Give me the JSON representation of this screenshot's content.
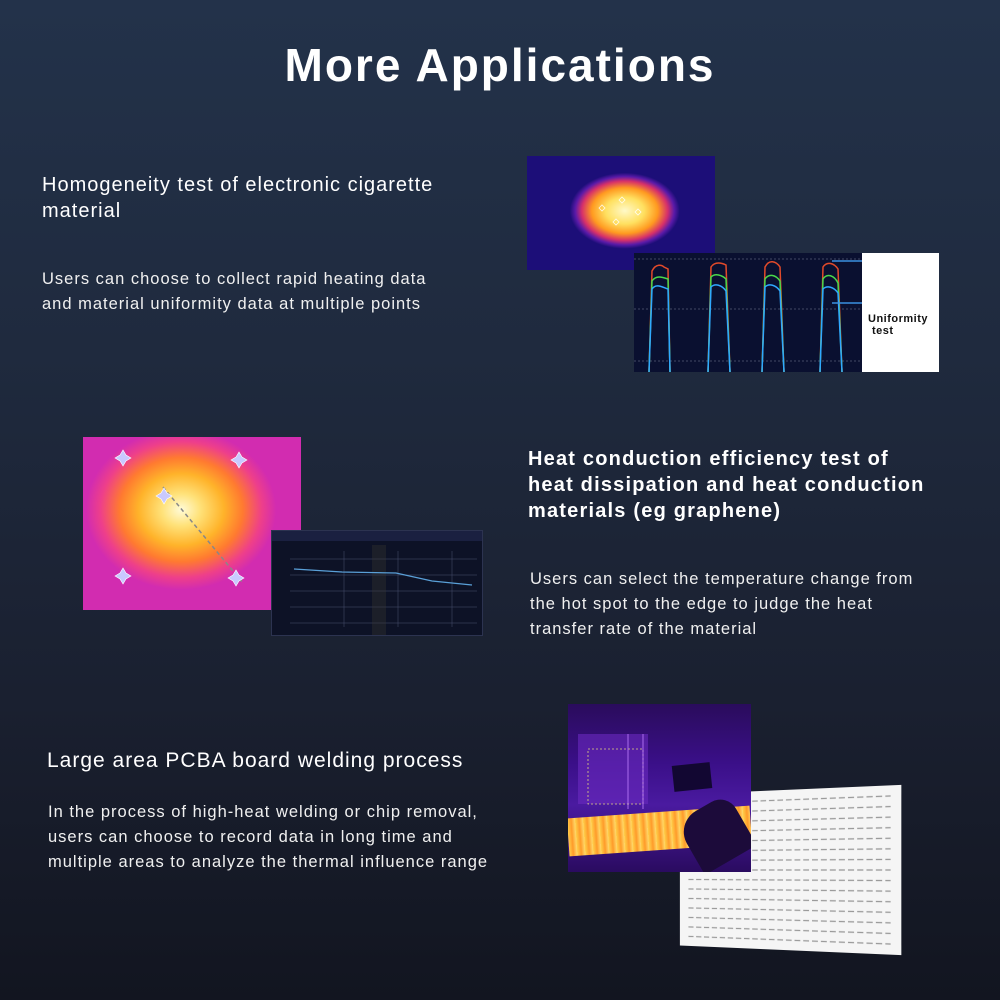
{
  "page": {
    "title": "More Applications"
  },
  "sections": [
    {
      "heading_lines": [
        "Homogeneity test of electronic cigarette",
        "material"
      ],
      "description_lines": [
        "Users can choose to collect rapid heating data",
        "and material uniformity data at multiple points"
      ],
      "figure": {
        "graph_label_lines": [
          "Uniformity",
          "test"
        ]
      }
    },
    {
      "heading_lines": [
        "Heat conduction efficiency test of",
        "heat dissipation and heat conduction",
        "materials (eg graphene)"
      ],
      "description_lines": [
        "Users can select the temperature change from",
        "the hot spot to the edge to judge the heat",
        "transfer rate of the material"
      ]
    },
    {
      "heading_lines": [
        "Large area PCBA board welding process"
      ],
      "description_lines": [
        "In the process of high-heat welding or chip removal,",
        "users can choose to record data in long time and",
        "multiple areas to analyze the thermal influence range"
      ]
    }
  ],
  "colors": {
    "background_top": "#23324a",
    "background_bottom": "#121520",
    "text": "#ffffff",
    "graph_marker": "#3a8fe0"
  },
  "icons": [
    "measurement-point-icon"
  ]
}
